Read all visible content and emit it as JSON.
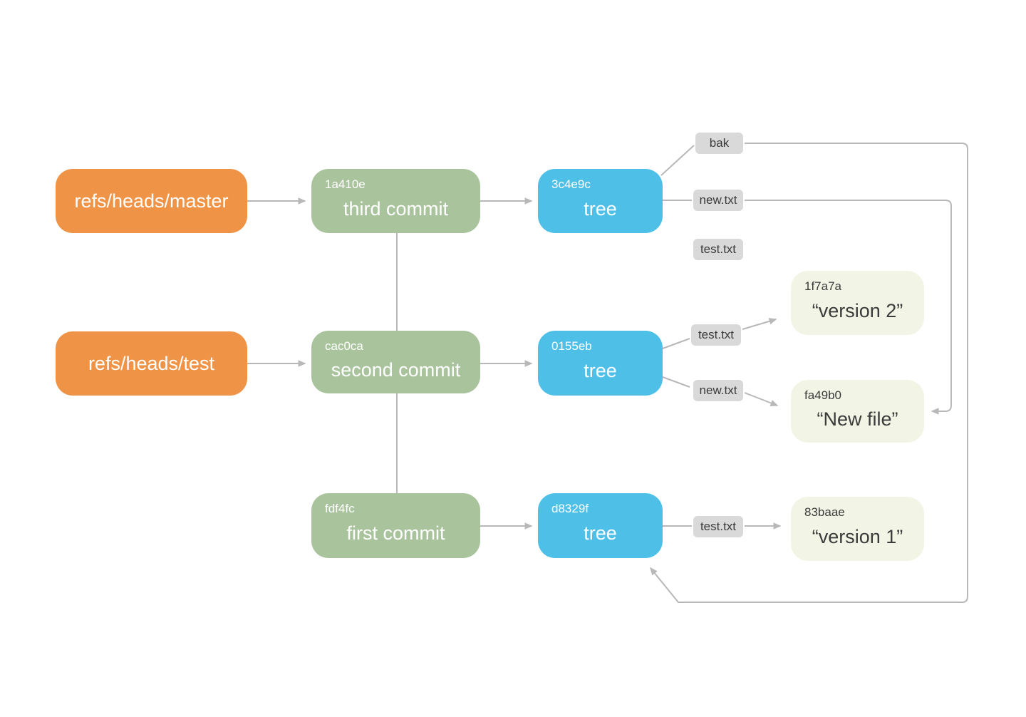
{
  "nodes": {
    "refs": [
      {
        "label": "refs/heads/master"
      },
      {
        "label": "refs/heads/test"
      }
    ],
    "commits": [
      {
        "hash": "1a410e",
        "label": "third commit"
      },
      {
        "hash": "cac0ca",
        "label": "second commit"
      },
      {
        "hash": "fdf4fc",
        "label": "first commit"
      }
    ],
    "trees": [
      {
        "hash": "3c4e9c",
        "label": "tree"
      },
      {
        "hash": "0155eb",
        "label": "tree"
      },
      {
        "hash": "d8329f",
        "label": "tree"
      }
    ],
    "blobs": [
      {
        "hash": "1f7a7a",
        "label": "“version 2”"
      },
      {
        "hash": "fa49b0",
        "label": "“New file”"
      },
      {
        "hash": "83baae",
        "label": "“version 1”"
      }
    ],
    "file_labels": [
      {
        "text": "bak"
      },
      {
        "text": "new.txt"
      },
      {
        "text": "test.txt"
      },
      {
        "text": "test.txt"
      },
      {
        "text": "new.txt"
      },
      {
        "text": "test.txt"
      }
    ]
  },
  "colors": {
    "background": "#FFFFFF",
    "ref_bg": "#EF9347",
    "commit_bg": "#A9C49D",
    "tree_bg": "#4EC0E8",
    "blob_bg": "#F2F4E5",
    "file_label_bg": "#D9D9D9",
    "connector": "#B8B8B8",
    "text_on_color": "#FFFFFF",
    "text_dark": "#3B3B3B"
  }
}
